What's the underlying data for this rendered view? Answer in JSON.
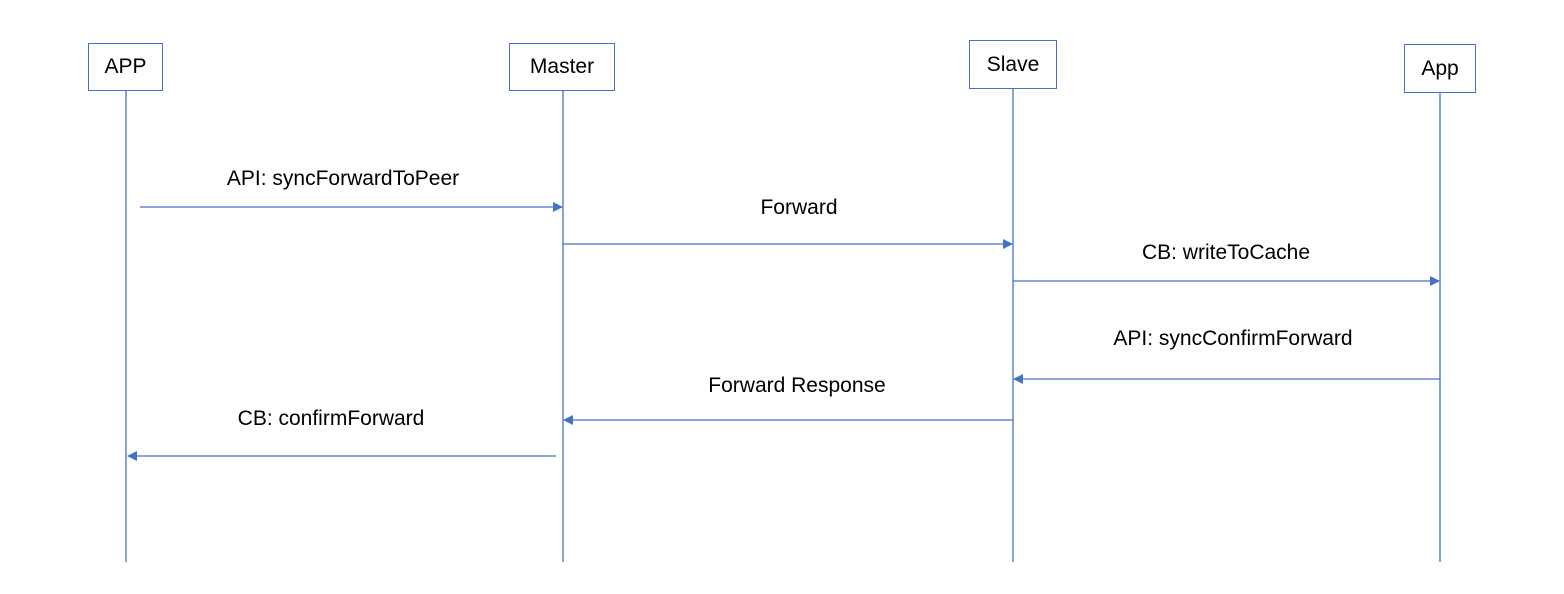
{
  "colors": {
    "line": "#4472c4",
    "text": "#000000",
    "background": "#ffffff"
  },
  "participants": [
    {
      "id": "app-left",
      "label": "APP"
    },
    {
      "id": "master",
      "label": "Master"
    },
    {
      "id": "slave",
      "label": "Slave"
    },
    {
      "id": "app-right",
      "label": "App"
    }
  ],
  "messages": [
    {
      "from": "app-left",
      "to": "master",
      "label": "API: syncForwardToPeer"
    },
    {
      "from": "master",
      "to": "slave",
      "label": "Forward"
    },
    {
      "from": "slave",
      "to": "app-right",
      "label": "CB: writeToCache"
    },
    {
      "from": "app-right",
      "to": "slave",
      "label": "API: syncConfirmForward"
    },
    {
      "from": "slave",
      "to": "master",
      "label": "Forward Response"
    },
    {
      "from": "master",
      "to": "app-left",
      "label": "CB: confirmForward"
    }
  ]
}
